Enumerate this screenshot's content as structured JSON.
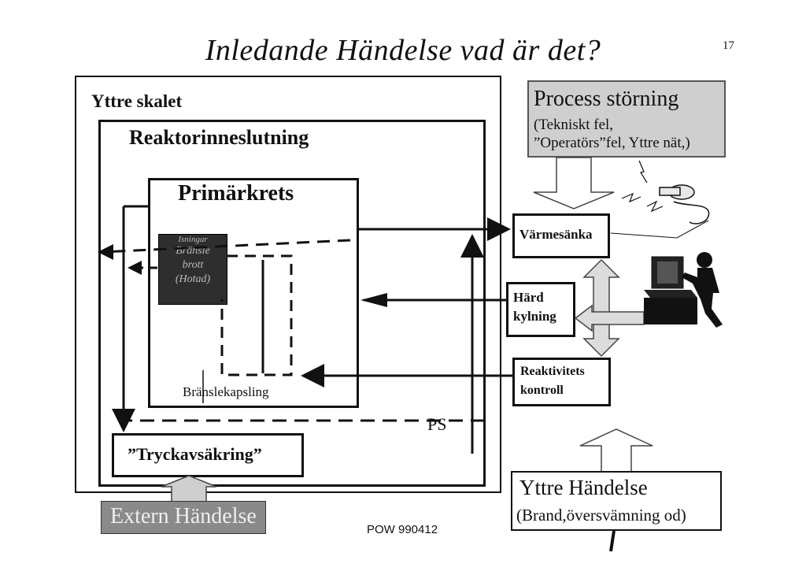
{
  "slide": {
    "title": "Inledande Händelse vad är det?",
    "page_number": "17",
    "footer": "POW 990412"
  },
  "barriers": {
    "outer": "Yttre skalet",
    "containment": "Reaktorinneslutning",
    "primary": "Primärkrets",
    "cladding": "Bränslekapsling",
    "fuel_lines": [
      "Isningar",
      "Bränsle",
      "brott",
      "(Hotad)"
    ],
    "pressure_relief": "”Tryckavsäkring”",
    "ps": "PS"
  },
  "systems": {
    "heat_sink": "Värmesänka",
    "core_cooling_line1": "Härd",
    "core_cooling_line2": "kylning",
    "reactivity_line1": "Reaktivitets",
    "reactivity_line2": "kontroll"
  },
  "process_disturbance": {
    "title": "Process störning",
    "line2": "(Tekniskt fel,",
    "line3": "”Operatörs”fel, Yttre nät,)"
  },
  "external_event": {
    "title": "Yttre Händelse",
    "detail": "(Brand,översvämning od)"
  },
  "extern": {
    "label": "Extern Händelse"
  },
  "icons": [
    "lightning-icon",
    "computer-operator-icon"
  ],
  "colors": {
    "grey_box": "#cfcfcf",
    "fuel_block": "#2e2e2e",
    "line": "#111111"
  }
}
